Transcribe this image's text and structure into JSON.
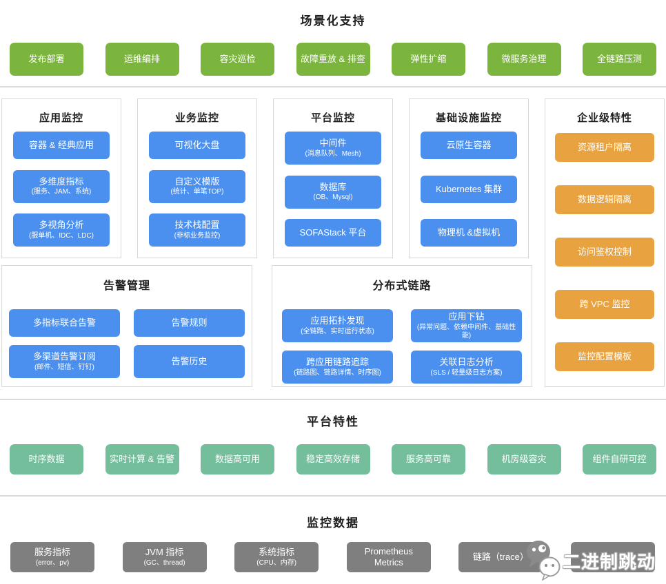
{
  "colors": {
    "green": "#7cb53e",
    "blue": "#4c90ef",
    "orange": "#e8a340",
    "teal": "#74be9b",
    "gray": "#7f7f7f"
  },
  "scenario": {
    "title": "场景化支持",
    "buttons": [
      "发布部署",
      "运维编排",
      "容灾巡检",
      "故障重放 & 排查",
      "弹性扩缩",
      "微服务治理",
      "全链路压测"
    ]
  },
  "monitor_columns": [
    {
      "title": "应用监控",
      "buttons": [
        {
          "label": "容器 & 经典应用"
        },
        {
          "label": "多维度指标",
          "sub": "(服务、JAM、系统)"
        },
        {
          "label": "多视角分析",
          "sub": "(服单机、IDC、LDC)"
        }
      ]
    },
    {
      "title": "业务监控",
      "buttons": [
        {
          "label": "可视化大盘"
        },
        {
          "label": "自定义模版",
          "sub": "(统计、单笔TOP)"
        },
        {
          "label": "技术栈配置",
          "sub": "(非标业务监控)"
        }
      ]
    },
    {
      "title": "平台监控",
      "buttons": [
        {
          "label": "中间件",
          "sub": "(消息队列、Mesh)"
        },
        {
          "label": "数据库",
          "sub": "(OB、Mysql)"
        },
        {
          "label": "SOFAStack 平台"
        }
      ]
    },
    {
      "title": "基础设施监控",
      "buttons": [
        {
          "label": "云原生容器"
        },
        {
          "label": "Kubernetes 集群"
        },
        {
          "label": "物理机 &虚拟机"
        }
      ]
    }
  ],
  "enterprise": {
    "title": "企业级特性",
    "buttons": [
      "资源租户隔离",
      "数据逻辑隔离",
      "访问鉴权控制",
      "跨 VPC 监控",
      "监控配置模板"
    ]
  },
  "alerting": {
    "title": "告警管理",
    "buttons": [
      {
        "label": "多指标联合告警"
      },
      {
        "label": "告警规则"
      },
      {
        "label": "多渠道告警订阅",
        "sub": "(邮件、短信、钉钉)"
      },
      {
        "label": "告警历史"
      }
    ]
  },
  "tracing": {
    "title": "分布式链路",
    "buttons": [
      {
        "label": "应用拓扑发现",
        "sub": "(全链路、实时运行状态)"
      },
      {
        "label": "应用下钻",
        "sub": "(异常问题、依赖中间件、基础性能)"
      },
      {
        "label": "跨应用链路追踪",
        "sub": "(链路图、链路详情、时序图)"
      },
      {
        "label": "关联日志分析",
        "sub": "(SLS / 轻量级日志方案)"
      }
    ]
  },
  "platform": {
    "title": "平台特性",
    "buttons": [
      "时序数据",
      "实时计算 & 告警",
      "数据高可用",
      "稳定高效存储",
      "服务高可靠",
      "机房级容灾",
      "组件自研可控"
    ]
  },
  "data_sources": {
    "title": "监控数据",
    "buttons": [
      {
        "label": "服务指标",
        "sub": "(error、pv)"
      },
      {
        "label": "JVM 指标",
        "sub": "(GC、thread)"
      },
      {
        "label": "系统指标",
        "sub": "(CPU、内存)"
      },
      {
        "label": "Prometheus Metrics"
      },
      {
        "label": "链路（trace）"
      },
      {
        "label": ""
      }
    ]
  },
  "watermark": {
    "text": "二进制跳动"
  }
}
